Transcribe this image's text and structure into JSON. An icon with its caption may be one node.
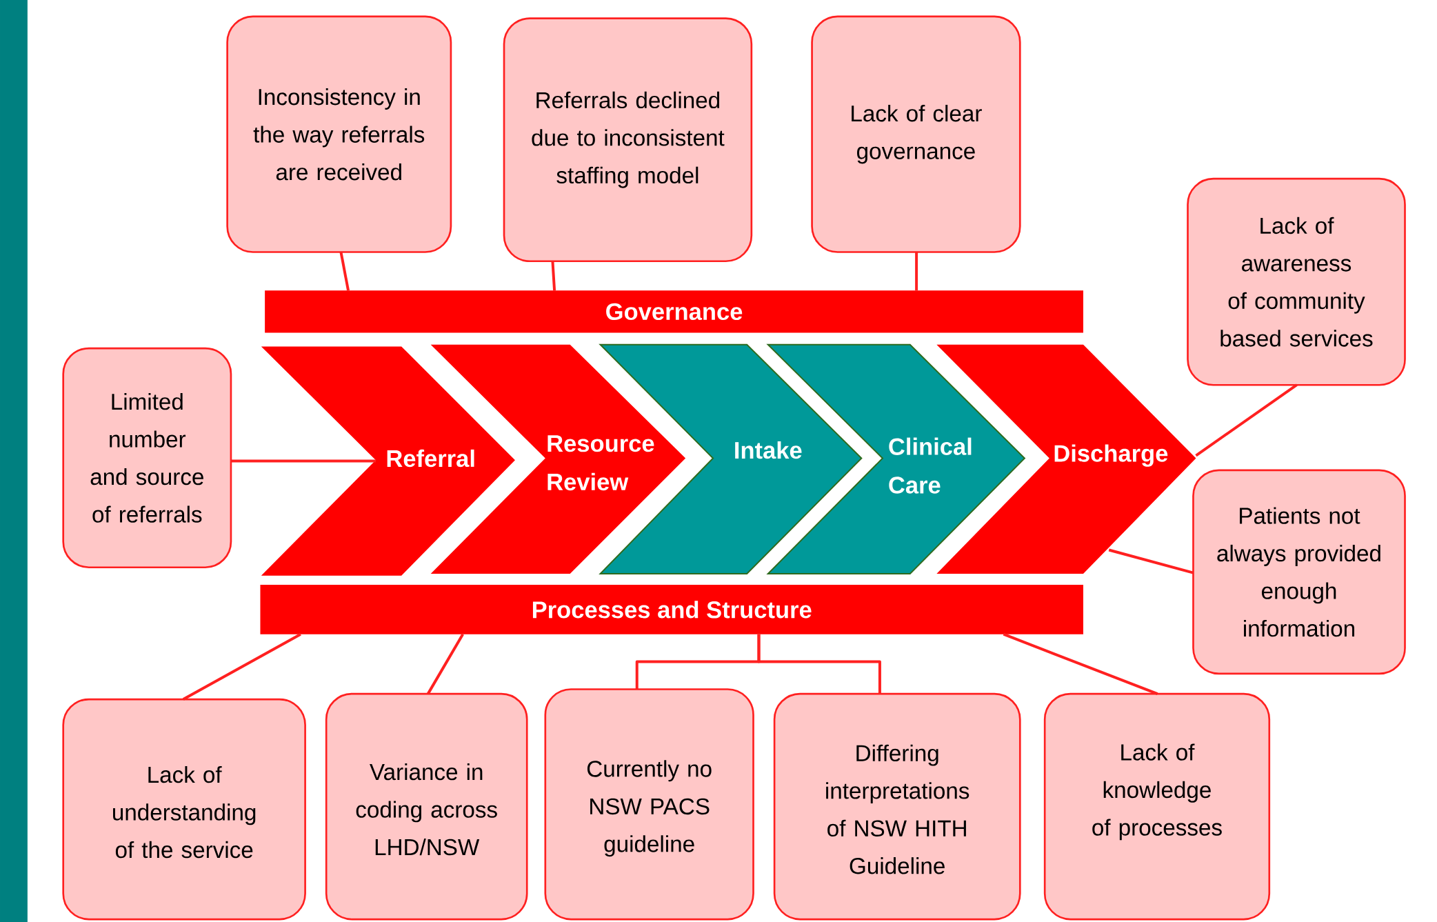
{
  "diagram": {
    "nodes": [
      {
        "text": [
          "Governance"
        ]
      },
      {
        "text": [
          "Processes and Structure"
        ]
      },
      {
        "text": [
          "Referral"
        ]
      },
      {
        "text": [
          "Resource Review"
        ]
      },
      {
        "text": [
          "Intake"
        ]
      },
      {
        "text": [
          "Clinical Care"
        ]
      },
      {
        "text": [
          "Discharge"
        ]
      },
      {
        "text": [
          "Inconsistency in the way referrals are received"
        ]
      },
      {
        "text": [
          "Referrals declined due to inconsistent staffing model"
        ]
      },
      {
        "text": [
          "Lack of clear governance"
        ]
      },
      {
        "text": [
          "Lack of awareness of community based services"
        ]
      },
      {
        "text": [
          "Limited number and source of referrals"
        ]
      },
      {
        "text": [
          "Patients not always provided enough information"
        ]
      },
      {
        "text": [
          "Lack of understanding of the service"
        ]
      },
      {
        "text": [
          "Variance in coding across LHD/NSW"
        ]
      },
      {
        "text": [
          "Currently no NSW PACS guideline"
        ]
      },
      {
        "text": [
          "Differing interpretations of NSW HITH Guideline"
        ]
      },
      {
        "text": [
          "Lack of knowledge of processes"
        ]
      }
    ],
    "edges": [
      {
        "from": 7,
        "to": 0,
        "arrow": "none"
      },
      {
        "from": 8,
        "to": 0,
        "arrow": "none"
      },
      {
        "from": 9,
        "to": 0,
        "arrow": "none"
      },
      {
        "from": 11,
        "to": 2,
        "arrow": "none"
      },
      {
        "from": 10,
        "to": 6,
        "arrow": "none"
      },
      {
        "from": 12,
        "to": 6,
        "arrow": "none"
      },
      {
        "from": 13,
        "to": 1,
        "arrow": "none"
      },
      {
        "from": 14,
        "to": 1,
        "arrow": "none"
      },
      {
        "from": 15,
        "to": 1,
        "arrow": "none"
      },
      {
        "from": 16,
        "to": 1,
        "arrow": "none"
      },
      {
        "from": 17,
        "to": 1,
        "arrow": "none"
      }
    ]
  }
}
